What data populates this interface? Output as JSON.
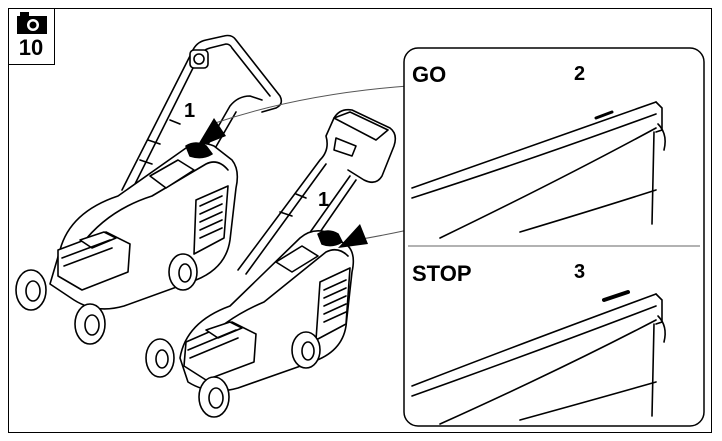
{
  "figure": {
    "number": "10",
    "icon": "camera-icon"
  },
  "callouts": {
    "mower_large": "1",
    "mower_small": "1",
    "lever_go": "2",
    "lever_stop": "3"
  },
  "panels": {
    "go_label": "GO",
    "stop_label": "STOP"
  },
  "colors": {
    "line": "#000000",
    "background": "#ffffff"
  }
}
